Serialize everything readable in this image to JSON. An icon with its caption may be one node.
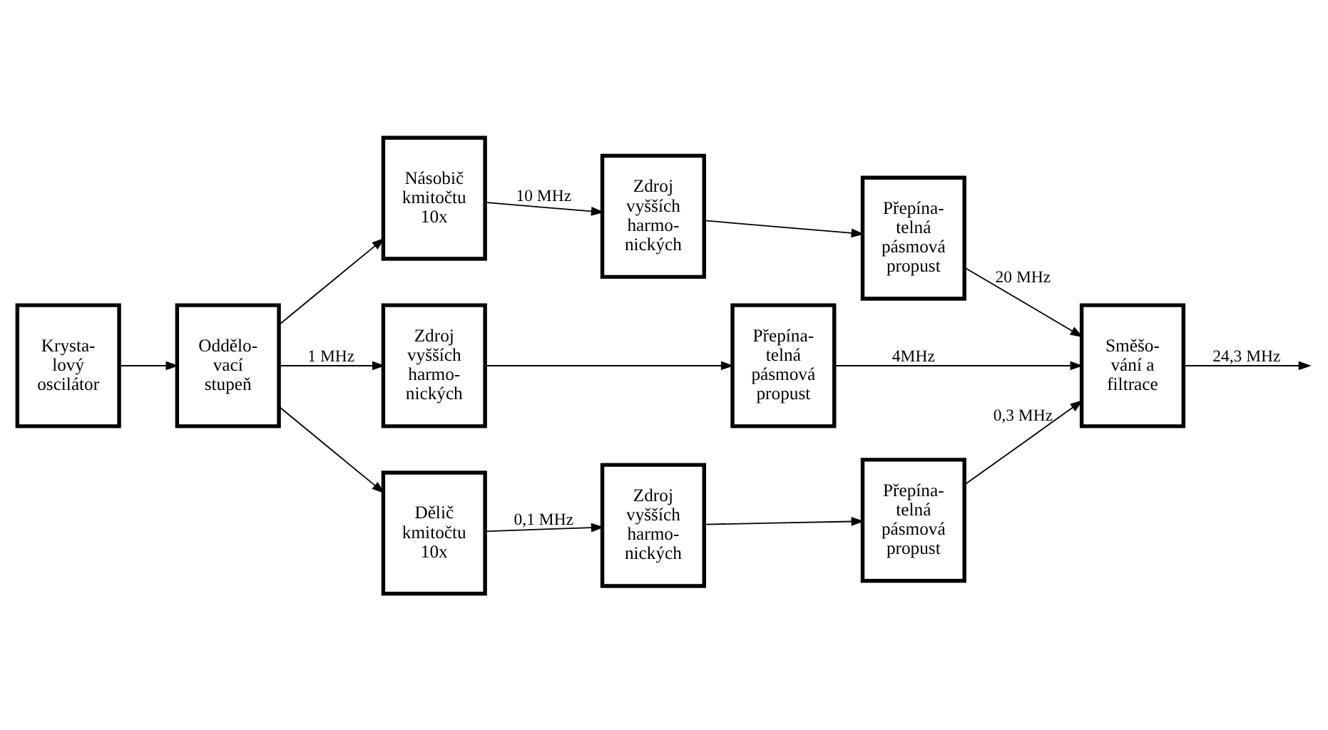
{
  "diagram": {
    "nodes": [
      {
        "text": [
          "Krysta- lový oscilátor"
        ]
      },
      {
        "text": [
          "Oddělo- vací stupeň"
        ]
      },
      {
        "text": [
          "Násobič kmitočtu 10x"
        ]
      },
      {
        "text": [
          "Zdroj vyšších harmo- nických"
        ]
      },
      {
        "text": [
          "Přepína- telná pásmová propust"
        ]
      },
      {
        "text": [
          "Zdroj vyšších harmo- nických"
        ]
      },
      {
        "text": [
          "Přepína- telná pásmová propust"
        ]
      },
      {
        "text": [
          "Dělič kmitočtu 10x"
        ]
      },
      {
        "text": [
          "Zdroj vyšších harmo- nických"
        ]
      },
      {
        "text": [
          "Přepína- telná pásmová propust"
        ]
      },
      {
        "text": [
          "Směšo- vání a filtrace"
        ]
      }
    ],
    "edges": [
      {
        "from": 0,
        "to": 1,
        "arrow": "to"
      },
      {
        "from": 1,
        "to": 2,
        "arrow": "to"
      },
      {
        "from": 1,
        "to": 5,
        "arrow": "to",
        "label": "1 MHz"
      },
      {
        "from": 1,
        "to": 7,
        "arrow": "to"
      },
      {
        "from": 2,
        "to": 3,
        "arrow": "to",
        "label": "10 MHz"
      },
      {
        "from": 3,
        "to": 4,
        "arrow": "to"
      },
      {
        "from": 5,
        "to": 6,
        "arrow": "to"
      },
      {
        "from": 7,
        "to": 8,
        "arrow": "to",
        "label": "0,1 MHz"
      },
      {
        "from": 8,
        "to": 9,
        "arrow": "to"
      },
      {
        "from": 4,
        "to": 10,
        "arrow": "to",
        "label": "20 MHz"
      },
      {
        "from": 6,
        "to": 10,
        "arrow": "to",
        "label": "4MHz"
      },
      {
        "from": 9,
        "to": 10,
        "arrow": "to",
        "label": "0,3 MHz"
      },
      {
        "from": 10,
        "to": null,
        "arrow": "to",
        "label": "24,3 MHz"
      }
    ]
  }
}
